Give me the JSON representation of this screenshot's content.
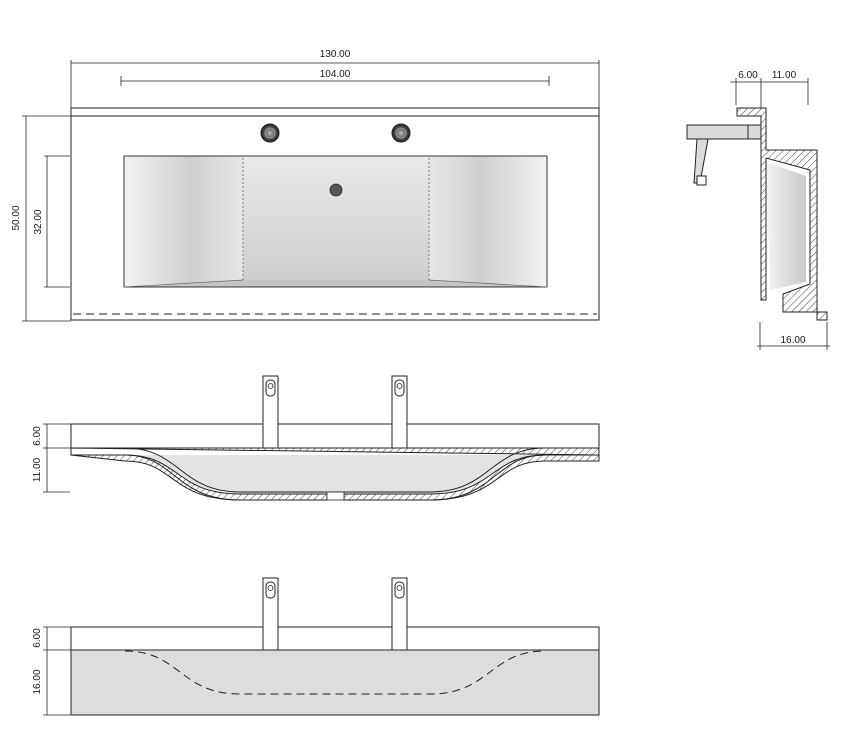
{
  "dimensions": {
    "overall_width": "130.00",
    "bowl_width": "104.00",
    "overall_depth": "50.00",
    "bowl_depth": "32.00",
    "side_top_offset": "6.00",
    "side_depth": "11.00",
    "side_bottom_width": "16.00",
    "front_top_thickness": "6.00",
    "front_bowl_depth": "11.00",
    "rear_top_thickness": "6.00",
    "rear_body_height": "16.00"
  },
  "colors": {
    "line": "#222222",
    "hatch": "#444444",
    "body_fill": "#dddddd",
    "bowl_shade": "#bcbcbc"
  }
}
